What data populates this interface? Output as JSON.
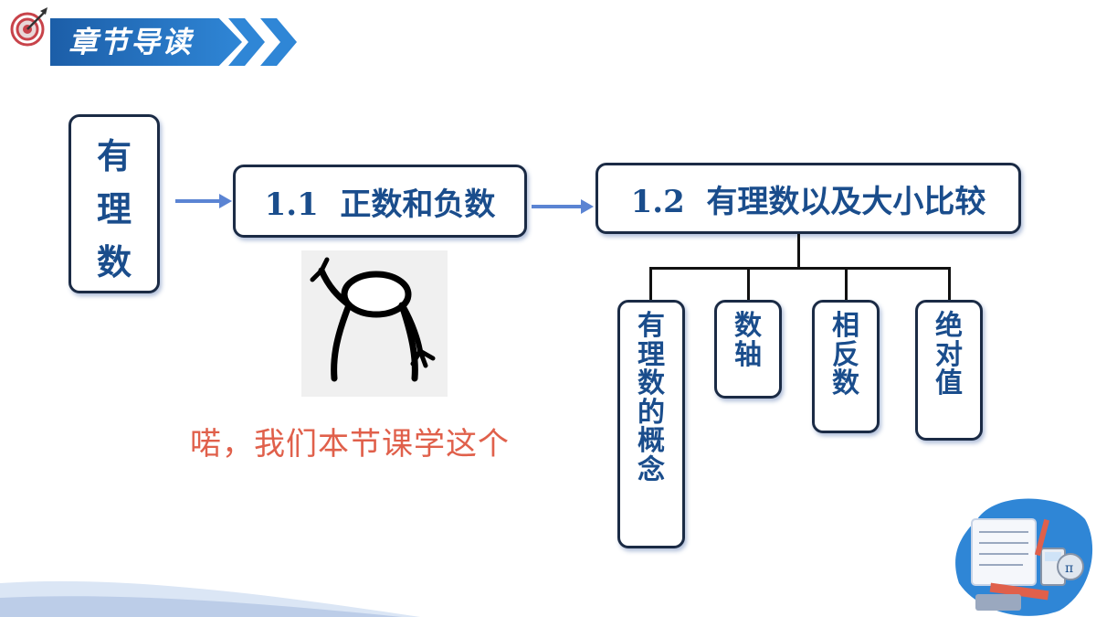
{
  "header": {
    "title": "章节导读",
    "colors": {
      "banner": "#1c5ea8",
      "accent": "#2f86d6"
    }
  },
  "topic": {
    "chars": [
      "有",
      "理",
      "数"
    ]
  },
  "section_1_1": {
    "label": "1.1  正数和负数"
  },
  "section_1_2": {
    "label": "1.2  有理数以及大小比较"
  },
  "subtopics": [
    {
      "label": "有理数的概念",
      "chars": [
        "有",
        "理",
        "数",
        "的",
        "概",
        "念"
      ]
    },
    {
      "label": "数轴",
      "chars": [
        "数",
        "轴"
      ]
    },
    {
      "label": "相反数",
      "chars": [
        "相",
        "反",
        "数"
      ]
    },
    {
      "label": "绝对值",
      "chars": [
        "绝",
        "对",
        "值"
      ]
    }
  ],
  "caption": "喏，我们本节课学这个",
  "icons": [
    "target-dart-icon",
    "stick-figure-pointing",
    "math-stationery-illustration"
  ],
  "colors": {
    "box_border": "#1b2b45",
    "text": "#1a4d8c",
    "arrow": "#5b84d3",
    "caption": "#e0604b",
    "wave": "#dbe6f5"
  }
}
